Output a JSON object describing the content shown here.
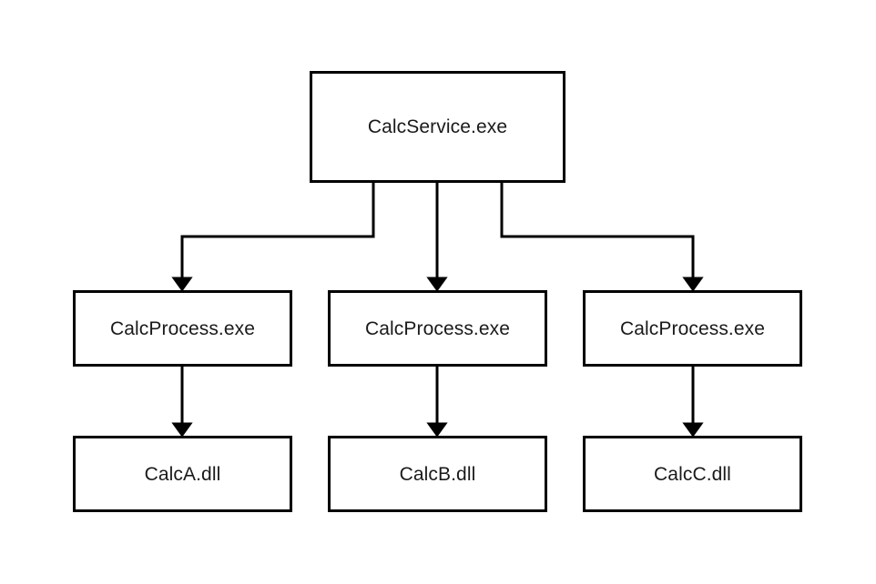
{
  "diagram": {
    "type": "process-tree",
    "background_color": "#ffffff",
    "stroke_color": "#000000",
    "text_color": "#1a1a1a",
    "nodes": {
      "root": {
        "label": "CalcService.exe"
      },
      "process_1": {
        "label": "CalcProcess.exe"
      },
      "process_2": {
        "label": "CalcProcess.exe"
      },
      "process_3": {
        "label": "CalcProcess.exe"
      },
      "dll_1": {
        "label": "CalcA.dll"
      },
      "dll_2": {
        "label": "CalcB.dll"
      },
      "dll_3": {
        "label": "CalcC.dll"
      }
    },
    "edges": [
      {
        "from": "root",
        "to": "process_1",
        "style": "elbow",
        "arrow": "down"
      },
      {
        "from": "root",
        "to": "process_2",
        "style": "straight",
        "arrow": "down"
      },
      {
        "from": "root",
        "to": "process_3",
        "style": "elbow",
        "arrow": "down"
      },
      {
        "from": "process_1",
        "to": "dll_1",
        "style": "straight",
        "arrow": "down"
      },
      {
        "from": "process_2",
        "to": "dll_2",
        "style": "straight",
        "arrow": "down"
      },
      {
        "from": "process_3",
        "to": "dll_3",
        "style": "straight",
        "arrow": "down"
      }
    ]
  }
}
